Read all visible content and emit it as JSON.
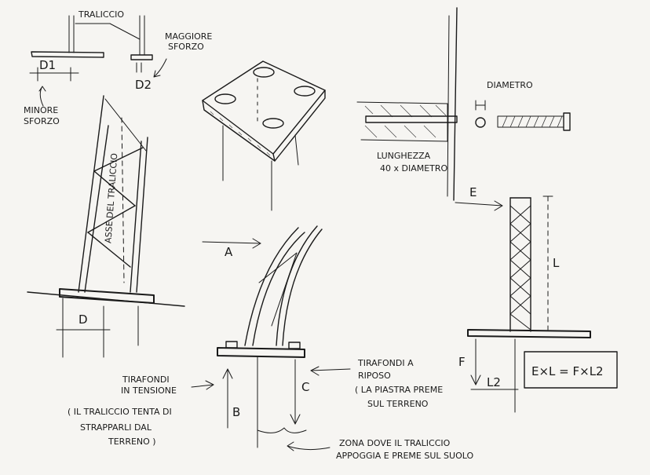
{
  "labels": {
    "traliccio_top": "TRALICCIO",
    "maggiore_sforzo": [
      "MAGGIORE",
      "SFORZO"
    ],
    "d1": "D1",
    "d2": "D2",
    "minore_sforzo": [
      "MINORE",
      "SFORZO"
    ],
    "diametro": "DIAMETRO",
    "lunghezza": [
      "LUNGHEZZA",
      "40 x DIAMETRO"
    ],
    "asse_del_traliccio": "ASSE DEL TRALICCIO",
    "d": "D",
    "e": "E",
    "l": "L",
    "a": "A",
    "b": "B",
    "c": "C",
    "f": "F",
    "l2": "L2",
    "formula": "E×L = F×L2",
    "tirafondi_tensione": [
      "TIRAFONDI",
      "IN TENSIONE",
      "( IL TRALICCIO TENTA DI",
      "STRAPPARLI DAL",
      "TERRENO )"
    ],
    "tirafondi_riposo": [
      "TIRAFONDI A",
      "RIPOSO",
      "( LA PIASTRA PREME",
      "SUL TERRENO"
    ],
    "zona": [
      "ZONA DOVE IL TRALICCIO",
      "APPOGGIA E PREME SUL SUOLO"
    ]
  }
}
